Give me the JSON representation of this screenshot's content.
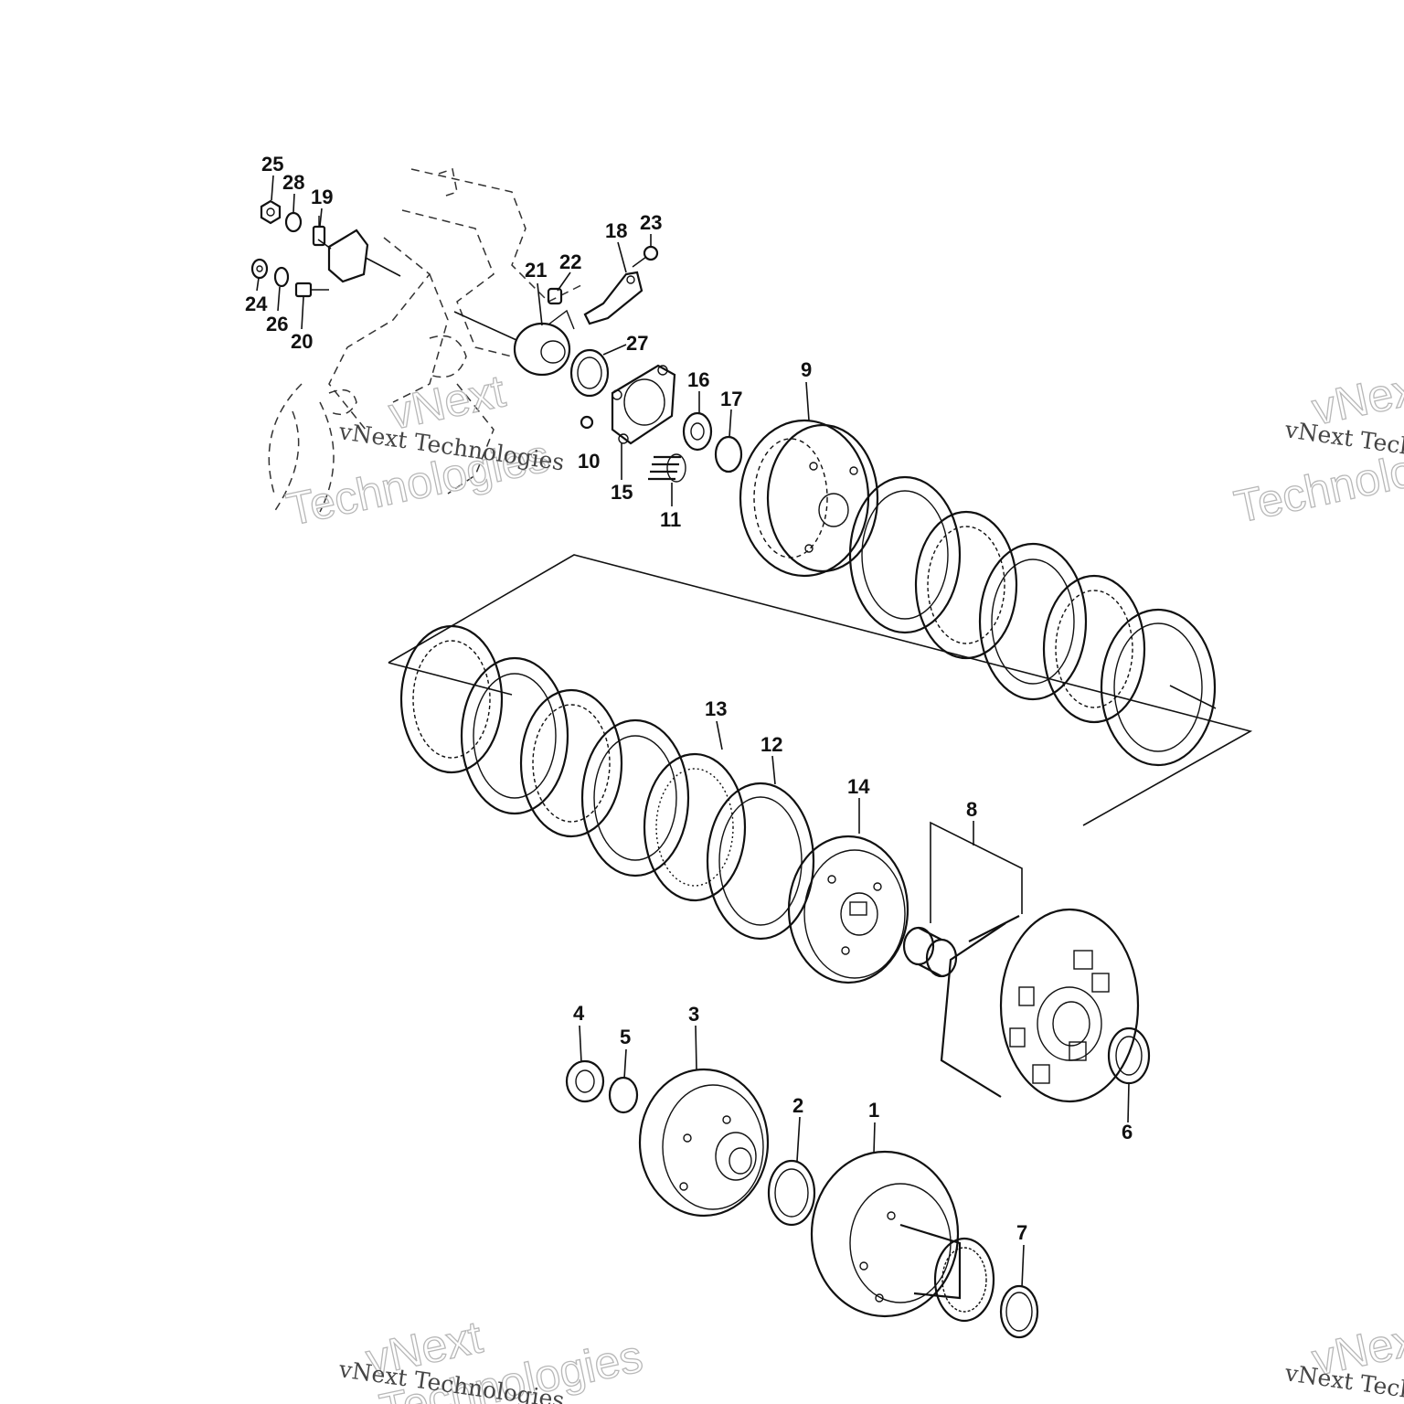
{
  "diagram": {
    "callouts": [
      "1",
      "2",
      "3",
      "4",
      "5",
      "6",
      "7",
      "8",
      "9",
      "10",
      "11",
      "12",
      "13",
      "14",
      "15",
      "16",
      "17",
      "18",
      "19",
      "20",
      "21",
      "22",
      "23",
      "24",
      "25",
      "26",
      "27",
      "28"
    ]
  },
  "watermarks": {
    "brand_line_1": "vNext",
    "brand_line_2": "Technologies",
    "brand_full": "vNext Technologies"
  }
}
